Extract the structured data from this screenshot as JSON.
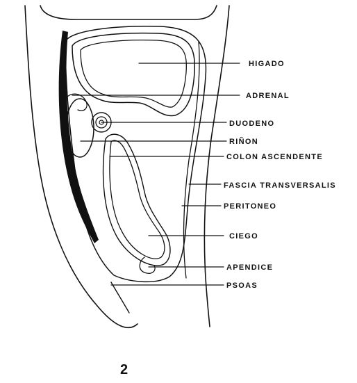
{
  "figure": {
    "number": "2",
    "labels": [
      {
        "key": "higado",
        "text": "HIGADO"
      },
      {
        "key": "adrenal",
        "text": "ADRENAL"
      },
      {
        "key": "duodeno",
        "text": "DUODENO"
      },
      {
        "key": "rinon",
        "text": "RIÑON"
      },
      {
        "key": "colon",
        "text": "COLON ASCENDENTE"
      },
      {
        "key": "fascia",
        "text": "FASCIA TRANSVERSALIS"
      },
      {
        "key": "peritoneo",
        "text": "PERITONEO"
      },
      {
        "key": "ciego",
        "text": "CIEGO"
      },
      {
        "key": "apendice",
        "text": "APENDICE"
      },
      {
        "key": "psoas",
        "text": "PSOAS"
      }
    ]
  },
  "colors": {
    "ink": "#111111",
    "background": "#ffffff"
  }
}
